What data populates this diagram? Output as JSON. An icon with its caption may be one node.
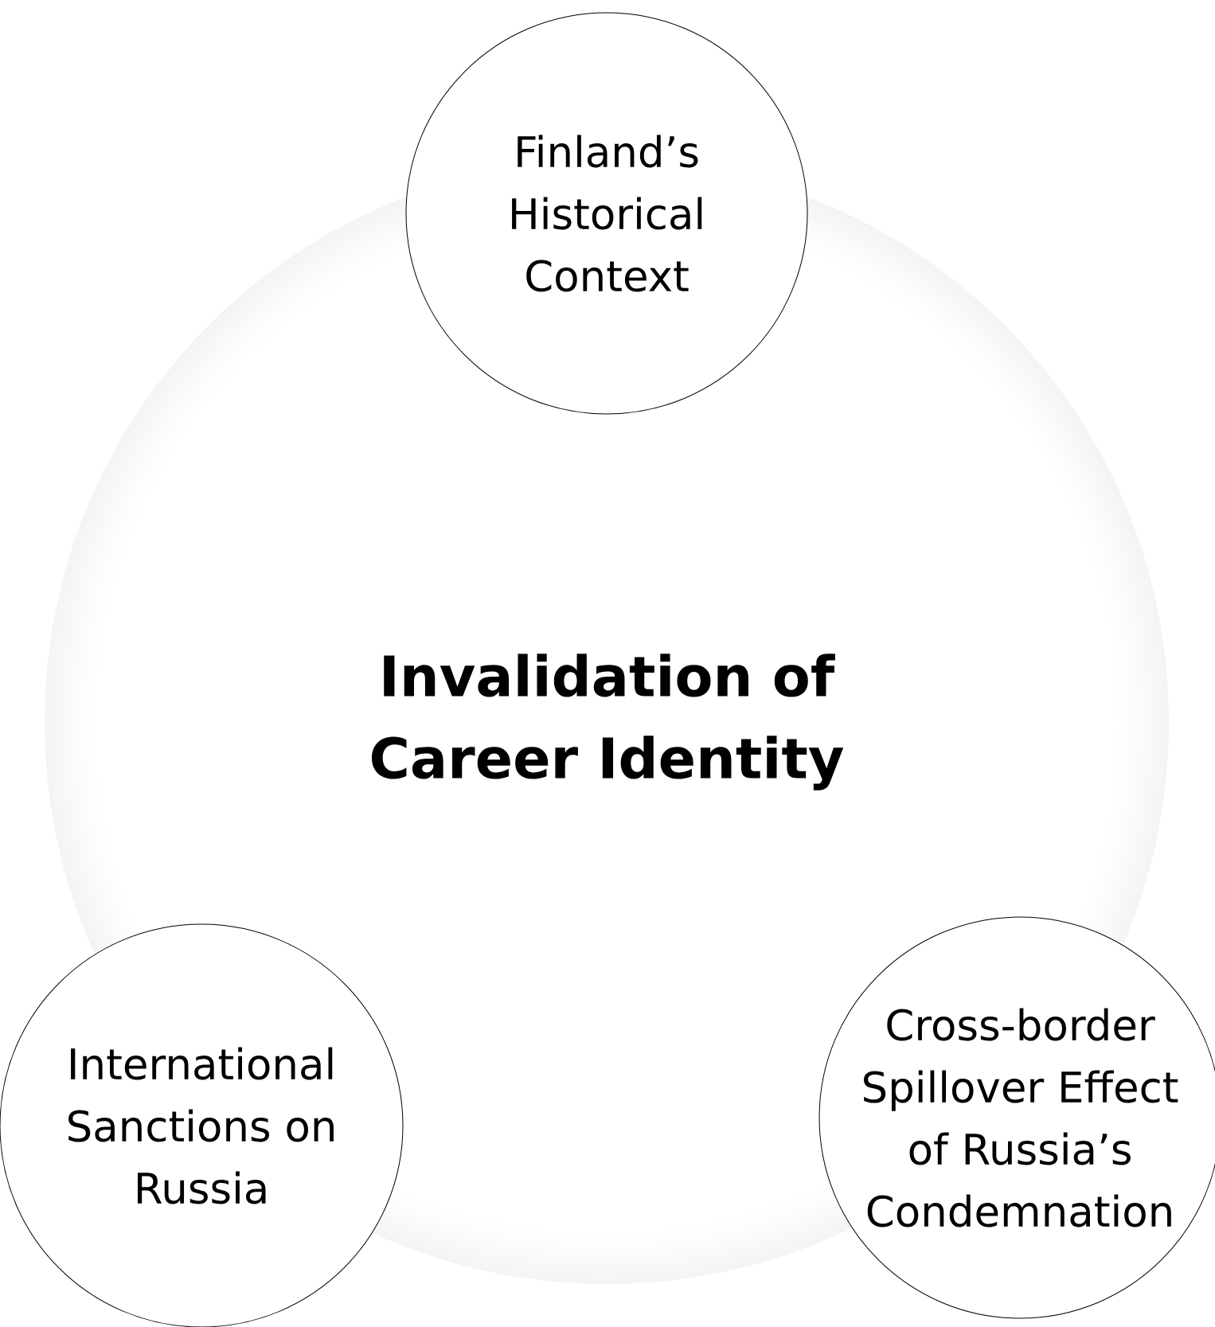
{
  "diagram": {
    "nodes": [
      {
        "text": [
          "Invalidation of Career Identity"
        ]
      },
      {
        "text": [
          "Finland’s Historical Context"
        ]
      },
      {
        "text": [
          "International Sanctions on Russia"
        ]
      },
      {
        "text": [
          "Cross-border Spillover Effect of Russia’s Condemnation"
        ]
      }
    ]
  }
}
